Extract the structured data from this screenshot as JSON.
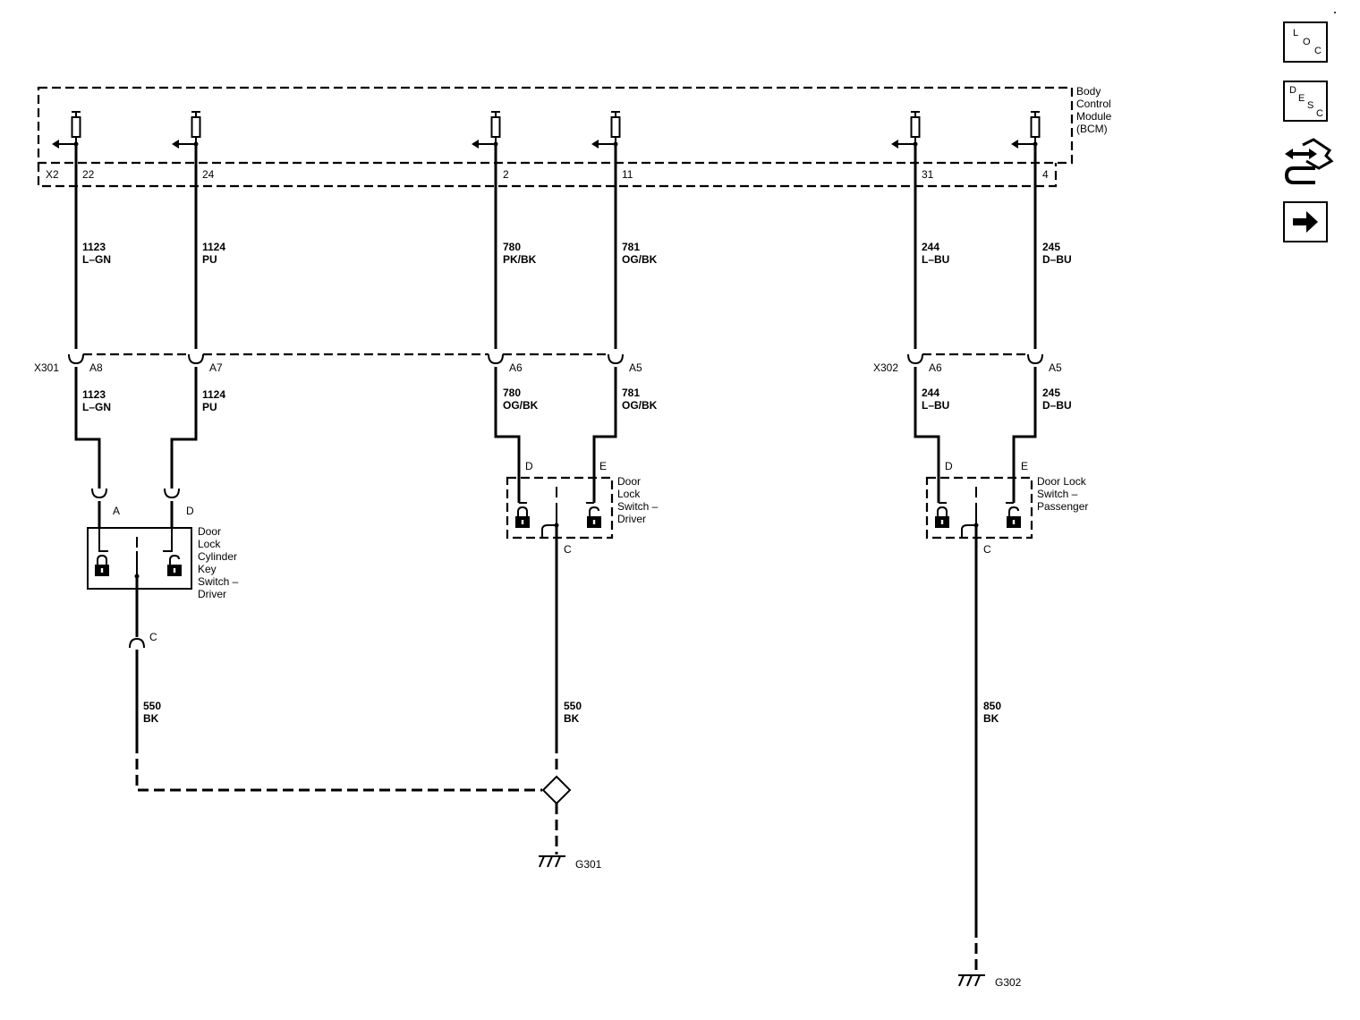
{
  "module": {
    "line1": "Body",
    "line2": "Control",
    "line3": "Module",
    "line4": "(BCM)"
  },
  "connectors": {
    "bcm": "X2",
    "left_inline": "X301",
    "right_inline": "X302"
  },
  "pins": {
    "p22": "22",
    "p24": "24",
    "p2": "2",
    "p11": "11",
    "p31": "31",
    "p4": "4"
  },
  "inline_pins": {
    "a8": "A8",
    "a7": "A7",
    "a6": "A6",
    "a5": "A5",
    "a6b": "A6",
    "a5b": "A5"
  },
  "wires_top": [
    {
      "circuit": "1123",
      "color": "L–GN"
    },
    {
      "circuit": "1124",
      "color": "PU"
    },
    {
      "circuit": "780",
      "color": "PK/BK"
    },
    {
      "circuit": "781",
      "color": "OG/BK"
    },
    {
      "circuit": "244",
      "color": "L–BU"
    },
    {
      "circuit": "245",
      "color": "D–BU"
    }
  ],
  "wires_mid": [
    {
      "circuit": "1123",
      "color": "L–GN"
    },
    {
      "circuit": "1124",
      "color": "PU"
    },
    {
      "circuit": "780",
      "color": "OG/BK"
    },
    {
      "circuit": "781",
      "color": "OG/BK"
    },
    {
      "circuit": "244",
      "color": "L–BU"
    },
    {
      "circuit": "245",
      "color": "D–BU"
    }
  ],
  "cylinder_switch": {
    "pin_a": "A",
    "pin_d": "D",
    "pin_c": "C",
    "l1": "Door",
    "l2": "Lock",
    "l3": "Cylinder",
    "l4": "Key",
    "l5": "Switch –",
    "l6": "Driver"
  },
  "driver_switch": {
    "pin_d": "D",
    "pin_e": "E",
    "pin_c": "C",
    "l1": "Door",
    "l2": "Lock",
    "l3": "Switch –",
    "l4": "Driver"
  },
  "passenger_switch": {
    "pin_d": "D",
    "pin_e": "E",
    "pin_c": "C",
    "l1": "Door Lock",
    "l2": "Switch –",
    "l3": "Passenger"
  },
  "ground_wires": [
    {
      "circuit": "550",
      "color": "BK"
    },
    {
      "circuit": "550",
      "color": "BK"
    },
    {
      "circuit": "850",
      "color": "BK"
    }
  ],
  "grounds": {
    "g301": "G301",
    "g302": "G302"
  },
  "side_buttons": {
    "loc": {
      "l": "L",
      "o": "O",
      "c": "C"
    },
    "desc": {
      "d": "D",
      "e": "E",
      "s": "S",
      "c": "C"
    },
    "icons": [
      "wiring-diagram-icon",
      "arrow-right-icon"
    ]
  }
}
